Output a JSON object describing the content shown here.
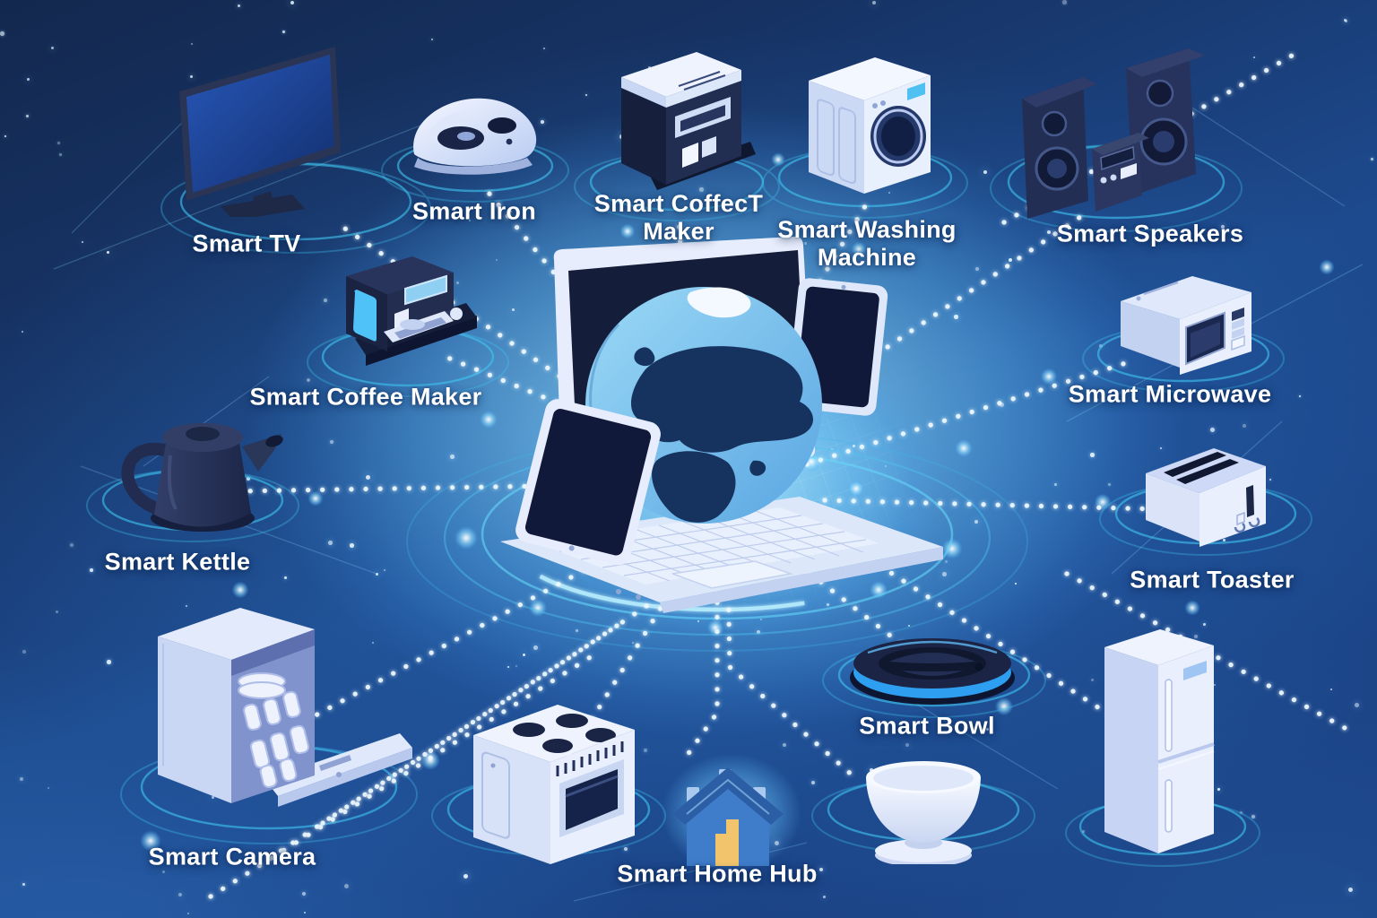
{
  "scene": {
    "title": "smart home devices connected to central hub",
    "colors": {
      "background_dark": "#13284e",
      "background_mid": "#1d4a8e",
      "center_glow": "#8fd6f4",
      "connection_line": "#eaf7ff",
      "ring_accent": "#3fc6f2",
      "label_text": "#ffffff",
      "device_dark_navy": "#232e54",
      "device_light": "#e9effd",
      "device_blue_accent": "#4fc3f7",
      "house_blue": "#3f7cc9",
      "house_door_yellow": "#f2c56d"
    }
  },
  "center_hub": {
    "icon": "laptop-globe-tablets-icon",
    "elements": [
      "laptop-icon",
      "globe-icon",
      "tablet-left-icon",
      "tablet-right-icon"
    ]
  },
  "devices": [
    {
      "id": "smart-tv",
      "label": "Smart TV",
      "icon": "tv-icon"
    },
    {
      "id": "smart-iron",
      "label": "Smart Iron",
      "icon": "iron-icon"
    },
    {
      "id": "smart-coffect-maker",
      "label": "Smart CoffecT Maker",
      "icon": "coffee-machine-icon"
    },
    {
      "id": "smart-washing-machine",
      "label": "Smart Washing Machine",
      "icon": "washing-machine-icon"
    },
    {
      "id": "smart-speakers",
      "label": "Smart Speakers",
      "icon": "stereo-speakers-icon"
    },
    {
      "id": "smart-microwave",
      "label": "Smart Microwave",
      "icon": "microwave-icon"
    },
    {
      "id": "smart-coffee-maker",
      "label": "Smart Coffee Maker",
      "icon": "espresso-machine-icon"
    },
    {
      "id": "smart-kettle",
      "label": "Smart Kettle",
      "icon": "kettle-icon"
    },
    {
      "id": "smart-toaster",
      "label": "Smart Toaster",
      "icon": "toaster-icon"
    },
    {
      "id": "smart-camera",
      "label": "Smart Camera",
      "icon": "dishwasher-icon"
    },
    {
      "id": "smart-home-hub",
      "label": "Smart Home Hub",
      "icon": "house-icon"
    },
    {
      "id": "smart-bowl",
      "label": "Smart Bowl",
      "icon": "robot-vacuum-icon"
    }
  ],
  "unlabeled_devices": [
    {
      "icon": "stove-oven-icon"
    },
    {
      "icon": "refrigerator-icon"
    },
    {
      "icon": "serving-bowl-icon"
    }
  ]
}
